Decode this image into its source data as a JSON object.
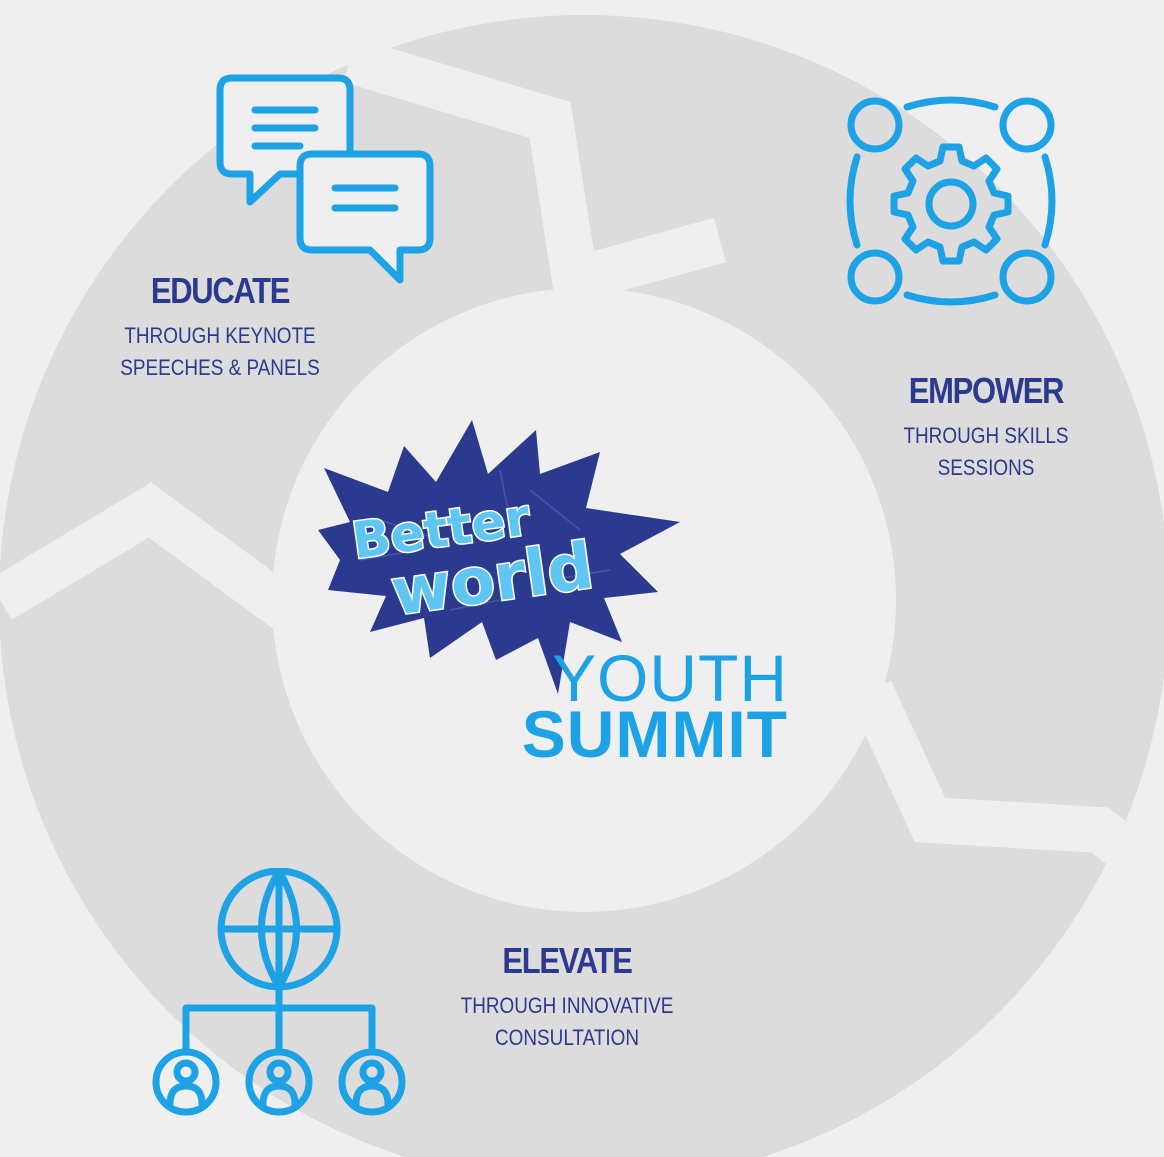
{
  "colors": {
    "navy": "#2b3a8e",
    "accent": "#1ea2e6",
    "ring": "#dcdcdc",
    "background": "#efefef"
  },
  "logo": {
    "line1": "Better",
    "line2": "world",
    "line3": "YOUTH",
    "line4": "SUMMIT"
  },
  "steps": [
    {
      "title": "EDUCATE",
      "desc_line1": "THROUGH KEYNOTE",
      "desc_line2": "SPEECHES & PANELS",
      "icon": "chat-bubbles-icon"
    },
    {
      "title": "EMPOWER",
      "desc_line1": "THROUGH SKILLS",
      "desc_line2": "SESSIONS",
      "icon": "gear-network-icon"
    },
    {
      "title": "ELEVATE",
      "desc_line1": "THROUGH INNOVATIVE",
      "desc_line2": "CONSULTATION",
      "icon": "globe-hierarchy-icon"
    }
  ]
}
